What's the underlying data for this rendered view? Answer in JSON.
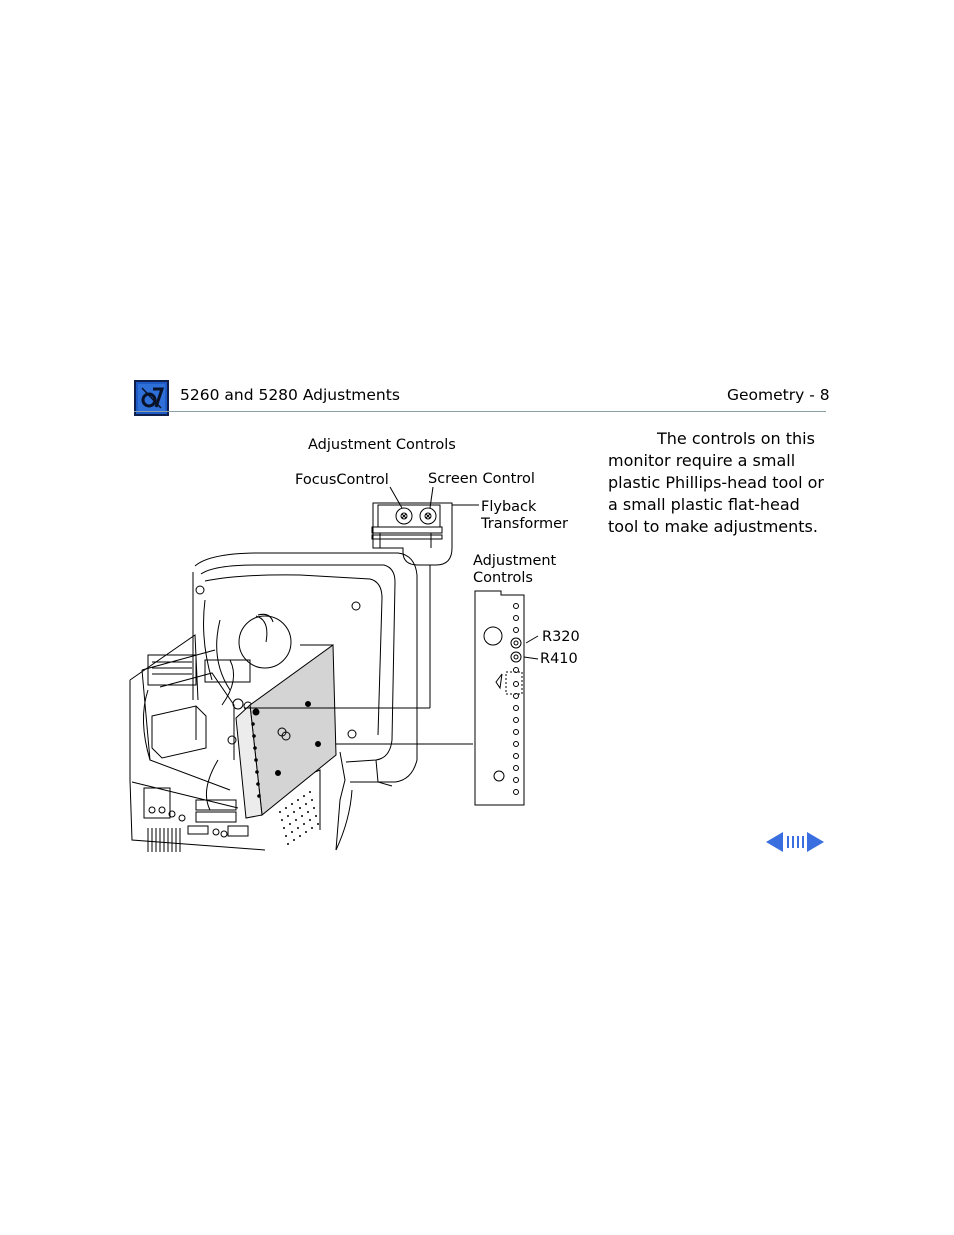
{
  "header": {
    "title": "5260 and 5280 Adjustments",
    "page": "Geometry - 8"
  },
  "figure": {
    "title": "Adjustment Controls",
    "focus_control": "FocusControl",
    "screen_control": "Screen Control",
    "flyback_line1": "Flyback",
    "flyback_line2": "Transformer",
    "adj_line1": "Adjustment",
    "adj_line2": "Controls",
    "r320": "R320",
    "r410": "R410"
  },
  "body": {
    "paragraph": "The controls on this monitor require a small plastic Phillips-head tool or a small plastic flat-head tool to make adjustments."
  },
  "colors": {
    "logo_blue": "#1e5bc6",
    "nav_blue": "#3a6fe0",
    "rule": "#8ca0a8"
  },
  "icons": {
    "logo": "service-source-logo-icon",
    "prev": "previous-page-arrow-icon",
    "index": "index-icon",
    "next": "next-page-arrow-icon"
  }
}
